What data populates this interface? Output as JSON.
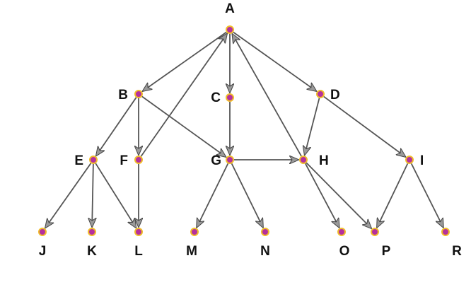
{
  "colors": {
    "node_fill": "#b5309d",
    "node_stroke": "#f0bc2a",
    "edge": "#555555",
    "label": "#111111"
  },
  "nodes": [
    {
      "id": "A",
      "label": "A"
    },
    {
      "id": "B",
      "label": "B"
    },
    {
      "id": "C",
      "label": "C"
    },
    {
      "id": "D",
      "label": "D"
    },
    {
      "id": "E",
      "label": "E"
    },
    {
      "id": "F",
      "label": "F"
    },
    {
      "id": "G",
      "label": "G"
    },
    {
      "id": "H",
      "label": "H"
    },
    {
      "id": "I",
      "label": "I"
    },
    {
      "id": "J",
      "label": "J"
    },
    {
      "id": "K",
      "label": "K"
    },
    {
      "id": "L",
      "label": "L"
    },
    {
      "id": "M",
      "label": "M"
    },
    {
      "id": "N",
      "label": "N"
    },
    {
      "id": "O",
      "label": "O"
    },
    {
      "id": "P",
      "label": "P"
    },
    {
      "id": "R",
      "label": "R"
    }
  ],
  "edges": [
    {
      "from": "A",
      "to": "B"
    },
    {
      "from": "A",
      "to": "C"
    },
    {
      "from": "A",
      "to": "D"
    },
    {
      "from": "F",
      "to": "A"
    },
    {
      "from": "H",
      "to": "A"
    },
    {
      "from": "B",
      "to": "E"
    },
    {
      "from": "B",
      "to": "F"
    },
    {
      "from": "B",
      "to": "G"
    },
    {
      "from": "C",
      "to": "G"
    },
    {
      "from": "D",
      "to": "H"
    },
    {
      "from": "D",
      "to": "I"
    },
    {
      "from": "E",
      "to": "J"
    },
    {
      "from": "E",
      "to": "K"
    },
    {
      "from": "E",
      "to": "L"
    },
    {
      "from": "F",
      "to": "L"
    },
    {
      "from": "G",
      "to": "H"
    },
    {
      "from": "G",
      "to": "M"
    },
    {
      "from": "G",
      "to": "N"
    },
    {
      "from": "H",
      "to": "O"
    },
    {
      "from": "H",
      "to": "P"
    },
    {
      "from": "I",
      "to": "P"
    },
    {
      "from": "I",
      "to": "R"
    }
  ]
}
